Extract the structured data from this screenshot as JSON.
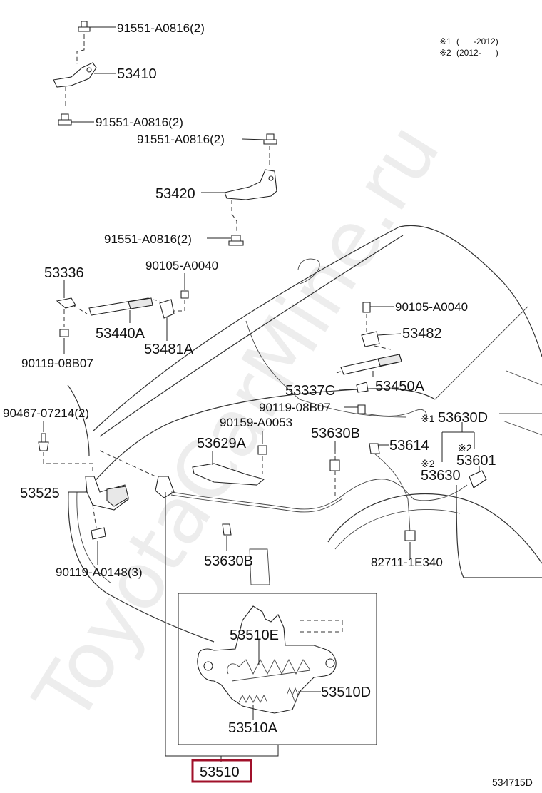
{
  "diagram": {
    "watermark": "ToyotaCarMine.ru",
    "notes": [
      {
        "mark": "※1",
        "text": "(      -2012)"
      },
      {
        "mark": "※2",
        "text": "(2012-      )"
      }
    ],
    "diagram_code": "534715D",
    "main_part": "53510",
    "callouts": {
      "bolt_top_1": "91551-A0816(2)",
      "hinge_left": "53410",
      "bolt_top_2": "91551-A0816(2)",
      "bolt_right_1": "91551-A0816(2)",
      "hinge_right": "53420",
      "bolt_right_2": "91551-A0816(2)",
      "stud_53336": "53336",
      "bolt_90105_left": "90105-A0040",
      "strut_left": "53440A",
      "bracket_53481a": "53481A",
      "nut_90119_left": "90119-08B07",
      "bolt_90105_right": "90105-A0040",
      "bracket_53482": "53482",
      "strut_right": "53450A",
      "stud_53337c": "53337C",
      "nut_90119_right": "90119-08B07",
      "clip_90467": "90467-07214(2)",
      "bolt_90159": "90159-A0053",
      "cable_53630b_top": "53630B",
      "cable_53630d": "53630D",
      "note_mark_1": "※1",
      "bracket_53629a": "53629A",
      "clip_53614": "53614",
      "note_mark_2a": "※2",
      "handle_53601": "53601",
      "note_mark_2b": "※2",
      "cable_53630": "53630",
      "support_53525": "53525",
      "cable_53630b_bottom": "53630B",
      "bolt_90119_a0148": "90119-A0148(3)",
      "clip_82711": "82711-1E340",
      "latch_53510e": "53510E",
      "spring_53510d": "53510D",
      "spring_53510a": "53510A"
    }
  }
}
